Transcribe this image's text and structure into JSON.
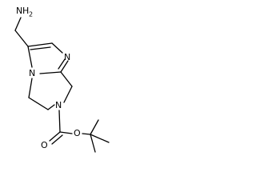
{
  "molecule": {
    "atoms": {
      "amine_n": "N",
      "amine_h": "H",
      "amine_h_count": "2",
      "imidazole_n": "N",
      "bridge_n": "N",
      "piperazine_n": "N",
      "carbonyl_o": "O",
      "ester_o": "O"
    }
  },
  "colors": {
    "ink": "#000000",
    "background": "#ffffff"
  }
}
